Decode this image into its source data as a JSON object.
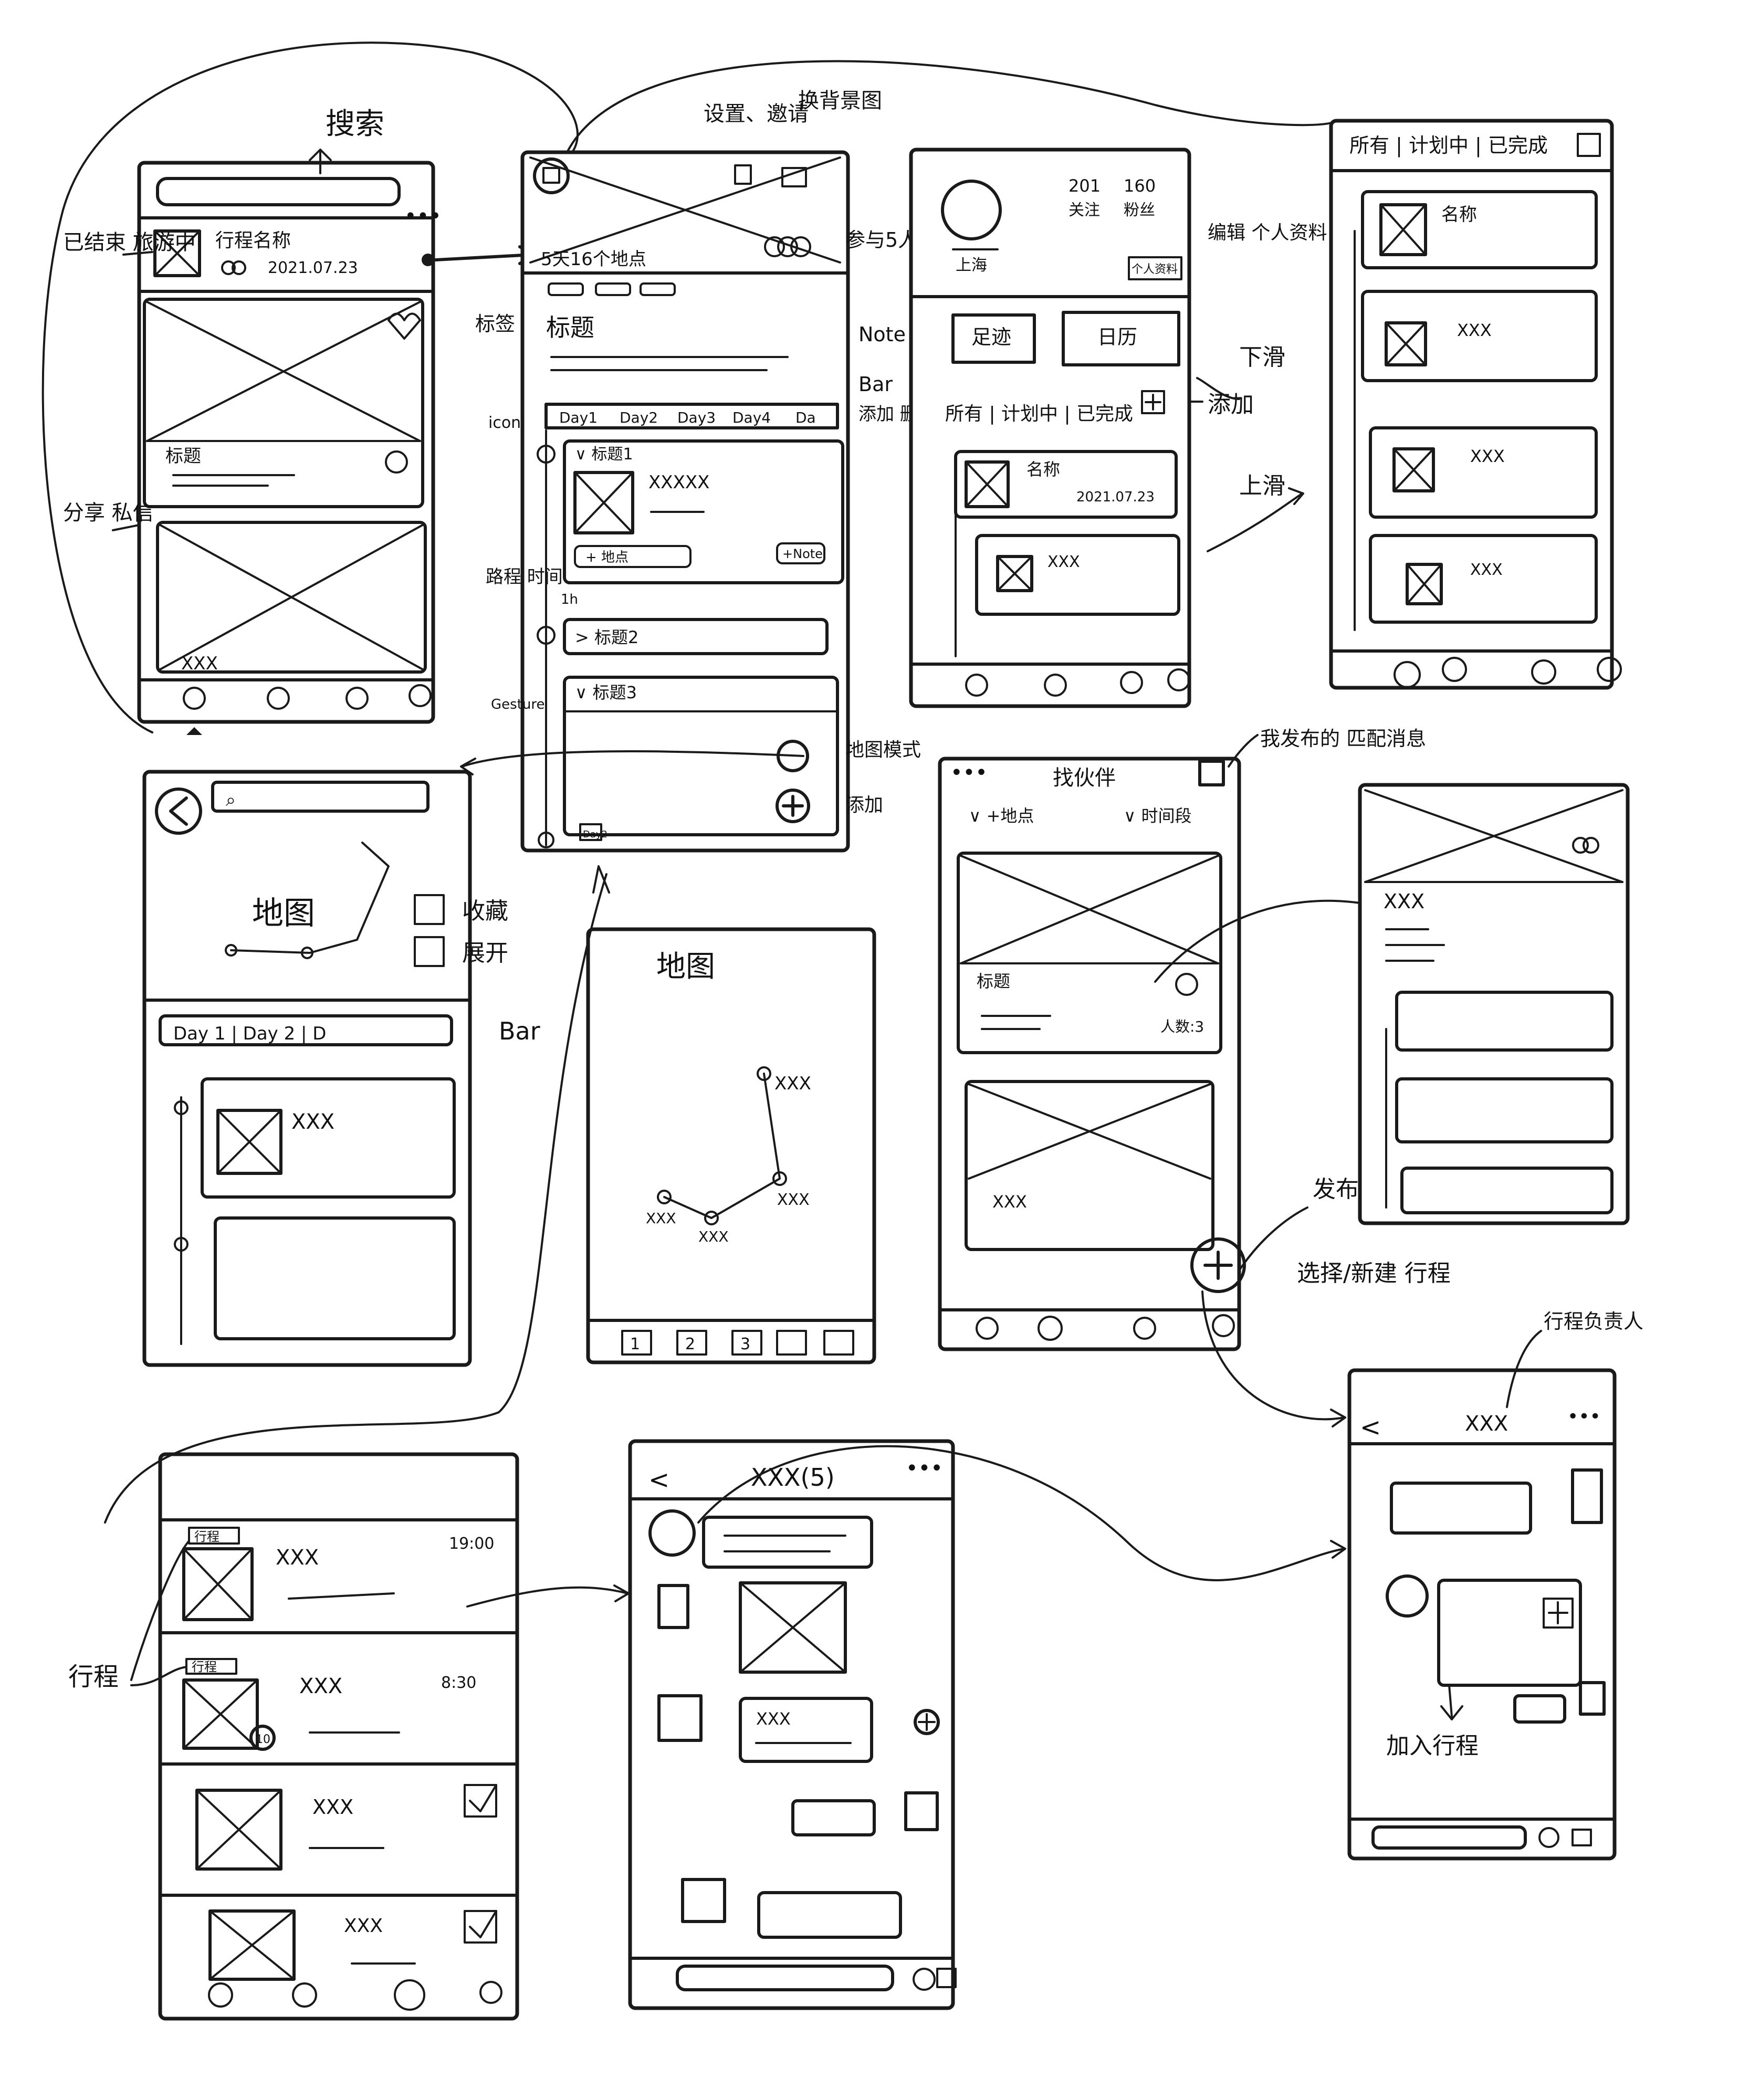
{
  "screen_feed": {
    "search_label": "搜索",
    "item_name": "行程名称",
    "item_date": "2021.07.23",
    "card_title": "标题",
    "card_tail": "XXX",
    "annot_status": "已结束\n旅游中",
    "annot_share": "分享\n私信"
  },
  "screen_trip": {
    "annot_setting_top": "设置、邀请",
    "annot_bg": "换背景图",
    "annot_members": "参与5人",
    "date_range": "5天16个地点",
    "annot_tag": "标签",
    "title": "标题",
    "annot_note": "Note",
    "annot_bar": "Bar",
    "day_tabs": [
      "Day1",
      "Day2",
      "Day3",
      "Day4",
      "Da"
    ],
    "annot_icon": "icon",
    "group1_title": "标题1",
    "group1_text": "XXXXX",
    "add_place": "+ 地点",
    "add_note": "+Note",
    "annot_actions": "添加\n删除\n复制",
    "annot_time": "路程\n时间",
    "time_label": "1h",
    "group2_title": "标题2",
    "group3_title": "标题3",
    "annot_gesture": "Gesture",
    "annot_map_mode": "地图模式",
    "annot_add": "添加",
    "footer_tag": "Day2"
  },
  "screen_profile": {
    "stat_1_num": "201",
    "stat_1_label": "关注",
    "stat_2_num": "160",
    "stat_2_label": "粉丝",
    "location": "上海",
    "edit_button": "个人资料",
    "annot_edit": "编辑\n个人资料",
    "tab_button_1": "足迹",
    "tab_button_2": "日历",
    "filter_row": "所有 | 计划中 | 已完成",
    "annot_swipe_down": "下滑",
    "annot_add": "添加",
    "annot_swipe_up": "上滑",
    "card1_title": "名称",
    "card1_date": "2021.07.23",
    "card2_text": "XXX"
  },
  "screen_list": {
    "filter_row": "所有 | 计划中 | 已完成",
    "card1_title": "名称",
    "card_text": "XXX"
  },
  "screen_map_detail": {
    "map_label": "地图",
    "annot_fav": "收藏",
    "annot_sort": "展开",
    "day_bar": "Day 1 | Day 2 | D",
    "annot_bar": "Bar",
    "card_text": "XXX"
  },
  "screen_map_full": {
    "map_label": "地图",
    "places": [
      "XXX",
      "XXX",
      "XXX",
      "XXX"
    ],
    "tabs": [
      "1",
      "2",
      "3"
    ]
  },
  "screen_find": {
    "title": "找伙伴",
    "filter_1": "∨ +地点",
    "filter_2": "∨ 时间段",
    "card_title": "标题",
    "card_meta": "人数:3",
    "card2_text": "XXX",
    "annot_my_posts": "我发布的\n匹配消息",
    "annot_publish": "发布",
    "annot_choose": "选择/新建\n行程"
  },
  "screen_detail": {
    "text": "XXX"
  },
  "screen_messages": {
    "row1_tag": "行程",
    "row1_text": "XXX",
    "row1_time": "19:00",
    "row2_tag": "行程",
    "row2_text": "XXX",
    "row2_time": "8:30",
    "row2_badge": "10",
    "row3_text": "XXX",
    "row4_text": "XXX",
    "annot_trip": "行程"
  },
  "screen_chat": {
    "title": "XXX(5)",
    "bubble_text": "XXX"
  },
  "screen_trip_chat": {
    "title": "XXX",
    "annot_owner": "行程负责人",
    "annot_join": "加入行程"
  }
}
